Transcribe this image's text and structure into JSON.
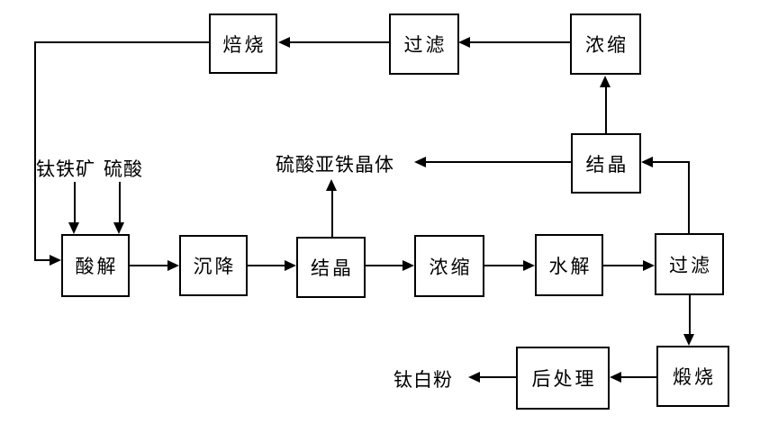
{
  "nodes": {
    "roast": {
      "label": "焙烧"
    },
    "filter_top": {
      "label": "过滤"
    },
    "concentrate_top": {
      "label": "浓缩"
    },
    "crystallize_right": {
      "label": "结晶"
    },
    "acid_digest": {
      "label": "酸解"
    },
    "settle": {
      "label": "沉降"
    },
    "crystallize_mid": {
      "label": "结晶"
    },
    "concentrate_mid": {
      "label": "浓缩"
    },
    "hydrolyze": {
      "label": "水解"
    },
    "filter_right": {
      "label": "过滤"
    },
    "calcine": {
      "label": "煅烧"
    },
    "post_treatment": {
      "label": "后处理"
    }
  },
  "labels": {
    "ilmenite": "钛铁矿",
    "sulfuric_acid": "硫酸",
    "ferrous_sulfate_crystals": "硫酸亚铁晶体",
    "titanium_white_powder": "钛白粉"
  },
  "edges": [
    {
      "from": "ilmenite",
      "to": "acid_digest"
    },
    {
      "from": "sulfuric_acid",
      "to": "acid_digest"
    },
    {
      "from": "acid_digest",
      "to": "settle"
    },
    {
      "from": "settle",
      "to": "crystallize_mid"
    },
    {
      "from": "crystallize_mid",
      "to": "ferrous_sulfate_crystals"
    },
    {
      "from": "crystallize_mid",
      "to": "concentrate_mid"
    },
    {
      "from": "concentrate_mid",
      "to": "hydrolyze"
    },
    {
      "from": "hydrolyze",
      "to": "filter_right"
    },
    {
      "from": "filter_right",
      "to": "crystallize_right"
    },
    {
      "from": "filter_right",
      "to": "calcine"
    },
    {
      "from": "crystallize_right",
      "to": "concentrate_top"
    },
    {
      "from": "crystallize_right",
      "to": "ferrous_sulfate_crystals"
    },
    {
      "from": "concentrate_top",
      "to": "filter_top"
    },
    {
      "from": "filter_top",
      "to": "roast"
    },
    {
      "from": "roast",
      "to": "acid_digest"
    },
    {
      "from": "calcine",
      "to": "post_treatment"
    },
    {
      "from": "post_treatment",
      "to": "titanium_white_powder"
    }
  ],
  "colors": {
    "background": "#ffffff",
    "line": "#000000",
    "box_border": "#000000",
    "text": "#000000"
  }
}
